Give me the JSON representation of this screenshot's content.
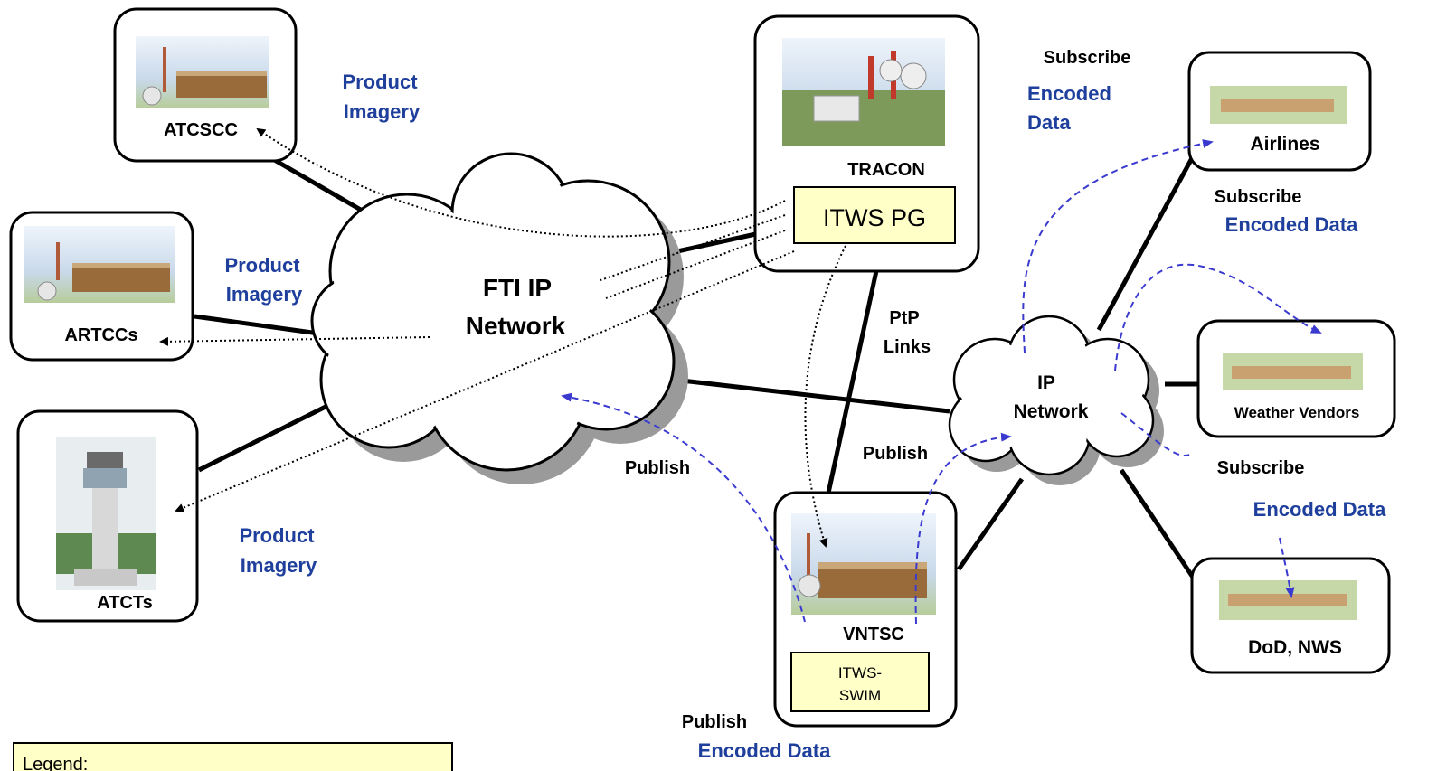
{
  "sites": {
    "atcscc": "ATCSCC",
    "artccs": "ARTCCs",
    "atcts": "ATCTs",
    "tracon": "TRACON",
    "vntsc": "VNTSC",
    "airlines": "Airlines",
    "weather_vendors": "Weather Vendors",
    "dod_nws": "DoD, NWS"
  },
  "systems": {
    "itws_pg": "ITWS PG",
    "itws_swim_line1": "ITWS-",
    "itws_swim_line2": "SWIM"
  },
  "networks": {
    "fti_line1": "FTI IP",
    "fti_line2": "Network",
    "ip_line1": "IP",
    "ip_line2": "Network"
  },
  "labels": {
    "product": "Product",
    "imagery": "Imagery",
    "subscribe": "Subscribe",
    "encoded": "Encoded",
    "data": "Data",
    "encoded_data": "Encoded Data",
    "publish": "Publish",
    "ptp": "PtP",
    "links": "Links"
  },
  "legend": {
    "title": "Legend:"
  },
  "colors": {
    "label_blue": "#1f3f9c",
    "system_box_fill": "#ffffc8",
    "arrow_blue": "#3a3ad0"
  }
}
